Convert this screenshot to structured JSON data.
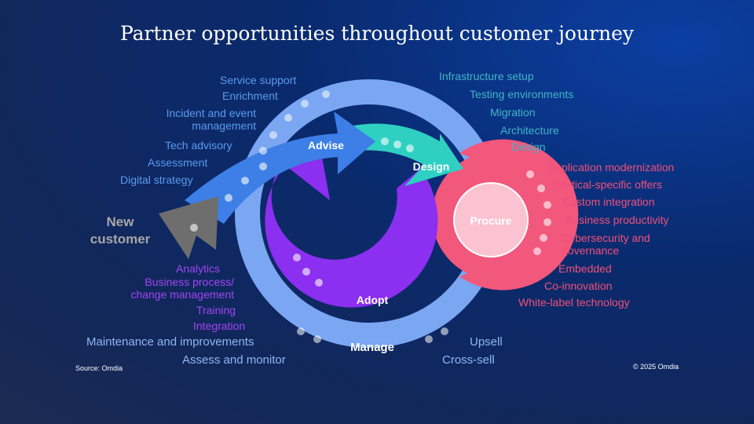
{
  "title": "Partner opportunities throughout customer journey",
  "stages": {
    "advise": "Advise",
    "design": "Design",
    "procure": "Procure",
    "adopt": "Adopt",
    "manage": "Manage",
    "new_customer_line1": "New",
    "new_customer_line2": "customer"
  },
  "advise_items": [
    "Service support",
    "Enrichment",
    "Incident and event management",
    "Tech advisory",
    "Assessment",
    "Digital strategy"
  ],
  "design_items": [
    "Infrastructure setup",
    "Testing environments",
    "Migration",
    "Architecture",
    "Design"
  ],
  "procure_items": [
    "Application modernization",
    "Vertical-specific offers",
    "Custom integration",
    "Business productivity",
    "Cybersecurity and governance",
    "Embedded",
    "Co-innovation",
    "White-label technology"
  ],
  "adopt_items": [
    "Analytics",
    "Business process/ change management",
    "Training",
    "Integration"
  ],
  "manage_items_left": [
    "Maintenance and improvements",
    "Assess and monitor"
  ],
  "manage_items_right": [
    "Upsell",
    "Cross-sell"
  ],
  "source": "Source: Omdia",
  "copyright": "© 2025 Omdia",
  "colors": {
    "advise": "#3d7fe6",
    "design": "#2fd0c2",
    "procure": "#f2577c",
    "adopt": "#8b2ff0",
    "manage": "#7aa6f2",
    "new_customer": "#6e6e6e"
  }
}
